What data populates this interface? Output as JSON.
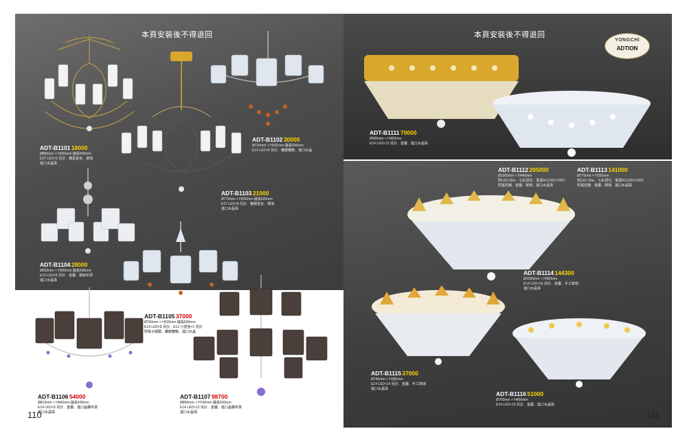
{
  "left_page": {
    "notice": "本頁安裝後不得退回",
    "page_number": "110",
    "products": [
      {
        "code": "ADT-B1101",
        "price": "18000",
        "specs": [
          "Ø880mm × H930mm 鏈長600mm",
          "E27 LED×6 另計．鍍黑金色．玻璃",
          "進口水晶珠"
        ]
      },
      {
        "code": "ADT-B1102",
        "price": "30000",
        "specs": [
          "Ø720mm × H920mm 鏈長600mm",
          "E14 LED×6 另計．鍍銀鍍鉻．進口水晶"
        ]
      },
      {
        "code": "ADT-B1103",
        "price": "21000",
        "specs": [
          "Ø770mm × H930mm 鏈長600mm",
          "E27 LED×8 另計．鍍銀金色．玻璃",
          "進口水晶珠"
        ]
      },
      {
        "code": "ADT-B1104",
        "price": "28000",
        "specs": [
          "Ø930mm × H930mm 鏈長600mm",
          "E14 LED×8 另計．金屬．銀絲布罩",
          "進口水晶珠"
        ]
      },
      {
        "code": "ADT-B1105",
        "price": "37000",
        "specs": [
          "Ø760mm × H520mm 鏈長600mm",
          "E14 LED×8 另計．E12 小燈泡×1 另計",
          "附電子開關．鍍銀鍍鉻．進口水晶"
        ]
      },
      {
        "code": "ADT-B1106",
        "price": "54000",
        "specs": [
          "Ø810mm × H460mm 鏈長600mm",
          "E14 LED×9 另計．金屬．進口晶鑽布罩",
          "進口水晶珠"
        ]
      },
      {
        "code": "ADT-B1107",
        "price": "98700",
        "specs": [
          "Ø850mm × H740mm 鏈長600mm",
          "E14 LED×12 另計．金屬．進口晶鑽布罩",
          "進口水晶珠"
        ]
      }
    ]
  },
  "right_page": {
    "notice": "本頁安裝後不得退回",
    "page_number": "111",
    "logo": {
      "line1": "YONGCHI",
      "line2": "ADTION"
    },
    "products": [
      {
        "code": "ADT-B1111",
        "price": "70000",
        "specs": [
          "Ø900mm × H450mm",
          "E14 LED×12 另計．金屬．進口水晶珠"
        ]
      },
      {
        "code": "ADT-B1112",
        "price": "205000",
        "specs": [
          "Ø1000mm × H445mm",
          "附LED 55w．七彩調光．電源AC100V-240V",
          "附遙控器．金屬．玻璃．進口水晶珠"
        ]
      },
      {
        "code": "ADT-B1113",
        "price": "141000",
        "specs": [
          "Ø770mm × H355mm",
          "附LED 55w．七彩調光．電源AC100V-240V",
          "附遙控器．金屬．玻璃．進口水晶珠"
        ]
      },
      {
        "code": "ADT-B1114",
        "price": "144300",
        "specs": [
          "Ø1080mm × H460mm",
          "E14 LED×16 另計．金屬．手工玻璃",
          "進口水晶珠"
        ]
      },
      {
        "code": "ADT-B1115",
        "price": "37000",
        "specs": [
          "Ø740mm × H390mm",
          "E14 LED×14 另計．金屬．手工玻璃",
          "進口水晶珠"
        ]
      },
      {
        "code": "ADT-B1116",
        "price": "51000",
        "specs": [
          "Ø700mm × H400mm",
          "E14 LED×10 另計．金屬．進口水晶珠"
        ]
      }
    ]
  },
  "colors": {
    "price_on_dark": "#ffd600",
    "price_on_light": "#d40000",
    "gold": "#d9a72c",
    "crystal": "#dfe6ee"
  }
}
